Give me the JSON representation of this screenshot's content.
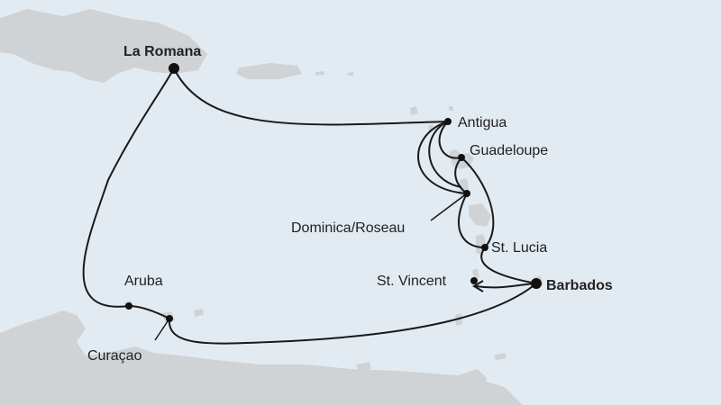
{
  "map": {
    "ports": {
      "la_romana": "La Romana",
      "antigua": "Antigua",
      "guadeloupe": "Guadeloupe",
      "dominica": "Dominica/Roseau",
      "st_lucia": "St. Lucia",
      "st_vincent": "St. Vincent",
      "barbados": "Barbados",
      "aruba": "Aruba",
      "curacao": "Curaçao"
    },
    "colors": {
      "sea": "#e3ebf2",
      "land": "#cfd3d6",
      "route": "#1a1a1a"
    }
  }
}
